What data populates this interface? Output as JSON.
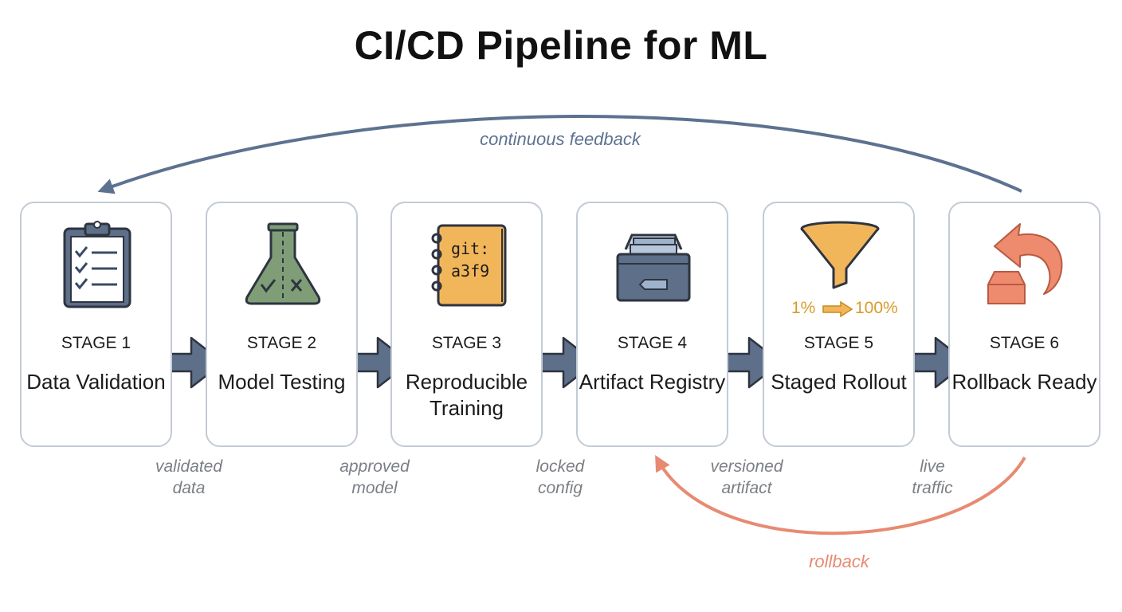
{
  "title": "CI/CD Pipeline for ML",
  "colors": {
    "arrow": "#5d6f89",
    "feedback": "#5d7290",
    "rollback": "#e88a72",
    "box_border": "#c3cbd4"
  },
  "stages": [
    {
      "number": "STAGE 1",
      "name": "Data Validation",
      "icon": "clipboard-checklist-icon"
    },
    {
      "number": "STAGE 2",
      "name": "Model Testing",
      "icon": "flask-icon"
    },
    {
      "number": "STAGE 3",
      "name": "Reproducible Training",
      "icon": "notebook-icon",
      "icon_text": [
        "git:",
        "a3f9"
      ]
    },
    {
      "number": "STAGE 4",
      "name": "Artifact Registry",
      "icon": "file-drawer-icon"
    },
    {
      "number": "STAGE 5",
      "name": "Staged Rollout",
      "icon": "funnel-icon",
      "icon_text": [
        "1%",
        "100%"
      ]
    },
    {
      "number": "STAGE 6",
      "name": "Rollback Ready",
      "icon": "undo-arrow-icon"
    }
  ],
  "edges": [
    {
      "label_lines": [
        "validated",
        "data"
      ]
    },
    {
      "label_lines": [
        "approved",
        "model"
      ]
    },
    {
      "label_lines": [
        "locked",
        "config"
      ]
    },
    {
      "label_lines": [
        "versioned",
        "artifact"
      ]
    },
    {
      "label_lines": [
        "live",
        "traffic"
      ]
    }
  ],
  "feedback_label": "continuous feedback",
  "rollback_label": "rollback"
}
